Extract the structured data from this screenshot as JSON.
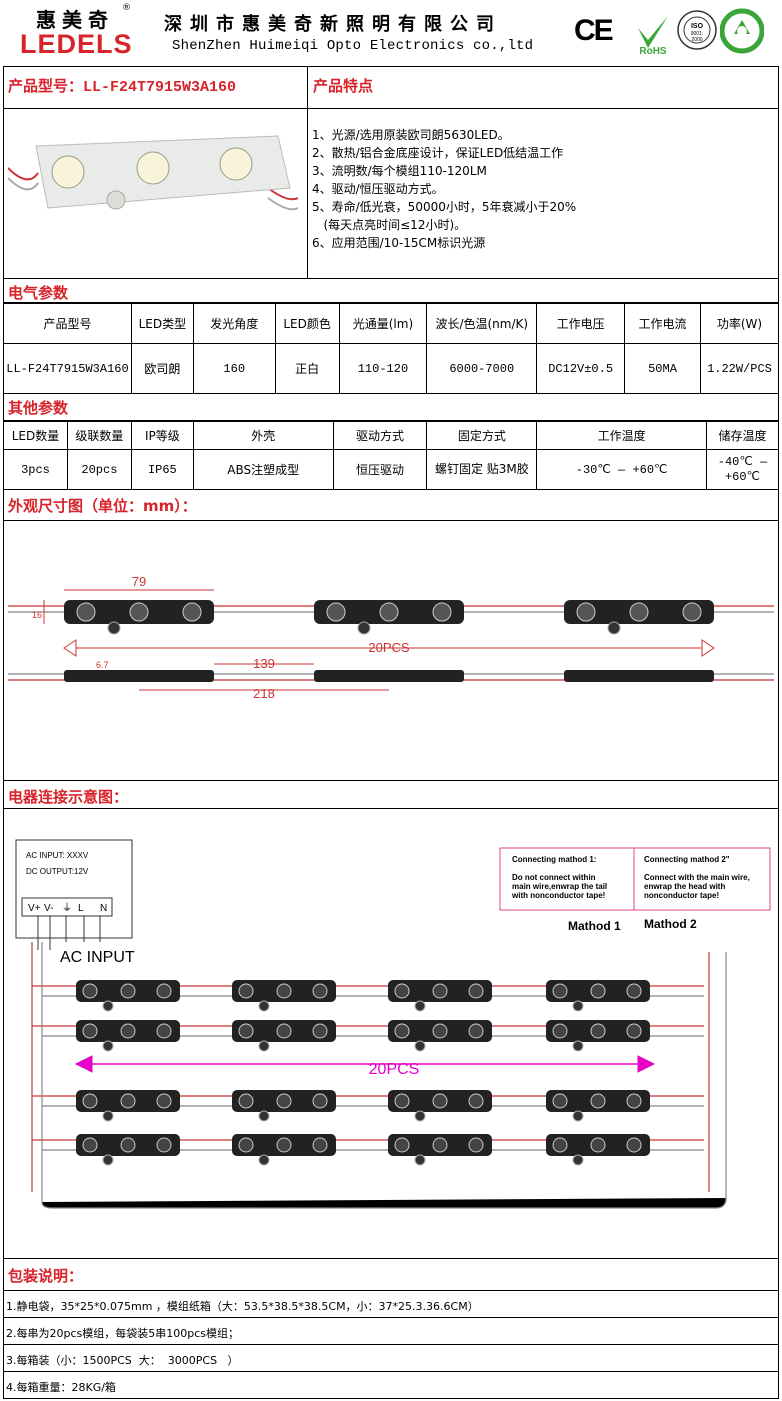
{
  "header": {
    "logo_cn": "惠美奇",
    "logo_reg": "®",
    "logo_en": "LEDELS",
    "company_cn": "深圳市惠美奇新照明有限公司",
    "company_en": "ShenZhen Huimeiqi Opto Electronics co.,ltd",
    "ce": "CE",
    "rohs": "RoHS",
    "iso": "ISO 9001:2000"
  },
  "product": {
    "model_label": "产品型号：LL-F24T7915W3A160",
    "features_title": "产品特点",
    "features": [
      "1、光源/选用原装欧司朗5630LED。",
      "2、散热/铝合金底座设计，保证LED低结温工作",
      "3、流明数/每个模组110-120LM",
      "4、驱动/恒压驱动方式。",
      "5、寿命/低光衰，50000小时，5年衰减小于20%",
      "   (每天点亮时间≤12小时)。",
      "6、应用范围/10-15CM标识光源"
    ]
  },
  "electrical": {
    "title": "电气参数",
    "headers": [
      "产品型号",
      "LED类型",
      "发光角度",
      "LED颜色",
      "光通量(lm)",
      "波长/色温(nm/K)",
      "工作电压",
      "工作电流",
      "功率(W)"
    ],
    "row": [
      "LL-F24T7915W3A160",
      "欧司朗",
      "160",
      "正白",
      "110-120",
      "6000-7000",
      "DC12V±0.5",
      "50MA",
      "1.22W/PCS"
    ]
  },
  "other": {
    "title": "其他参数",
    "headers": [
      "LED数量",
      "级联数量",
      "IP等级",
      "外壳",
      "驱动方式",
      "固定方式",
      "工作温度",
      "储存温度"
    ],
    "row": [
      "3pcs",
      "20pcs",
      "IP65",
      "ABS注塑成型",
      "恒压驱动",
      "螺钉固定 贴3M胶",
      "-30℃ — +60℃",
      "-40℃ — +60℃"
    ]
  },
  "dimension": {
    "title": "外观尺寸图（单位：mm）：",
    "labels": [
      "79",
      "16",
      "20PCS",
      "6.7",
      "139",
      "218"
    ]
  },
  "wiring": {
    "title": "电器连接示意图：",
    "ac_input": "AC INPUT: XXXV",
    "dc_output": "DC OUTPUT:12V",
    "terminals": [
      "V+",
      "V-",
      "⏚",
      "L",
      "N"
    ],
    "ac_label": "AC INPUT",
    "method1_title": "Connecting mathod 1:",
    "method1_text": [
      "Do not connect within",
      "main wire,enwrap the tail",
      "with nonconductor tape!"
    ],
    "method2_title": "Connecting mathod 2\"",
    "method2_text": [
      "Connect with the main wire,",
      "enwrap the head with",
      "nonconductor tape!"
    ],
    "mathod1": "Mathod 1",
    "mathod2": "Mathod 2",
    "pcs": "20PCS"
  },
  "packing": {
    "title": "包装说明：",
    "rows": [
      "1.静电袋，35*25*0.075mm ，模组纸箱（大：53.5*38.5*38.5CM，小：37*25.3.36.6CM）",
      "2.每串为20pcs模组，每袋装5串100pcs模组；",
      "3.每箱装（小：1500PCS  大：  3000PCS   ）",
      "4.每箱重量：28KG/箱"
    ]
  },
  "colors": {
    "accent": "#d8232a",
    "magenta": "#e600c8",
    "green": "#3aa63a"
  }
}
